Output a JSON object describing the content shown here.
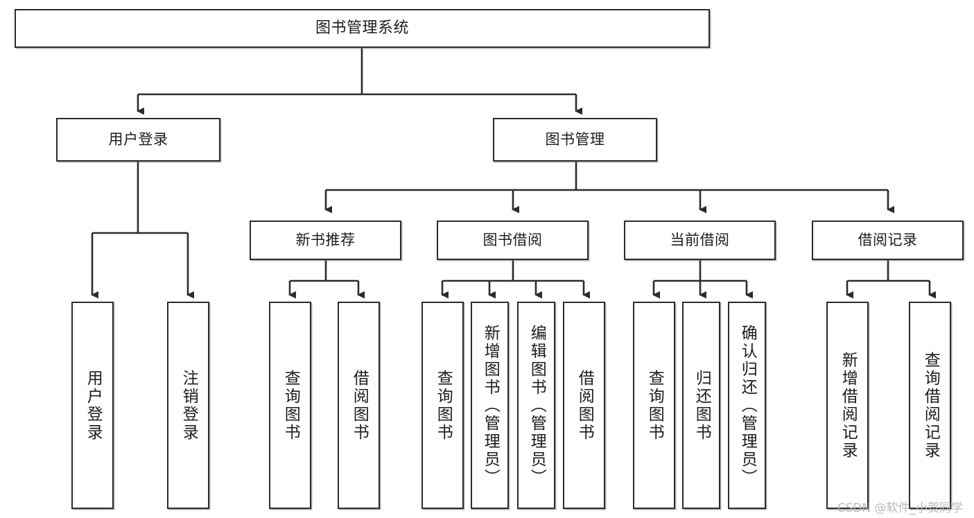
{
  "diagram": {
    "title": "图书管理系统",
    "type": "tree",
    "watermark": "CSDN @软件_小贺同学",
    "colors": {
      "background": "#ffffff",
      "box_border": "#2b2b2b",
      "box_fill": "#ffffff",
      "edge": "#2b2b2b",
      "watermark": "#b9b9b9"
    },
    "root": {
      "label": "图书管理系统"
    },
    "level2": [
      {
        "label": "用户登录"
      },
      {
        "label": "图书管理"
      }
    ],
    "level3": [
      {
        "label": "新书推荐"
      },
      {
        "label": "图书借阅"
      },
      {
        "label": "当前借阅"
      },
      {
        "label": "借阅记录"
      }
    ],
    "leaves": {
      "user_login": [
        {
          "label": "用户登录"
        },
        {
          "label": "注销登录"
        }
      ],
      "new_book": [
        {
          "label": "查询图书"
        },
        {
          "label": "借阅图书"
        }
      ],
      "book_borrow": [
        {
          "label": "查询图书"
        },
        {
          "label": "新增图书（管理员）"
        },
        {
          "label": "编辑图书（管理员）"
        },
        {
          "label": "借阅图书"
        }
      ],
      "current_borrow": [
        {
          "label": "查询图书"
        },
        {
          "label": "归还图书"
        },
        {
          "label": "确认归还（管理员）"
        }
      ],
      "borrow_record": [
        {
          "label": "新增借阅记录"
        },
        {
          "label": "查询借阅记录"
        }
      ]
    }
  }
}
